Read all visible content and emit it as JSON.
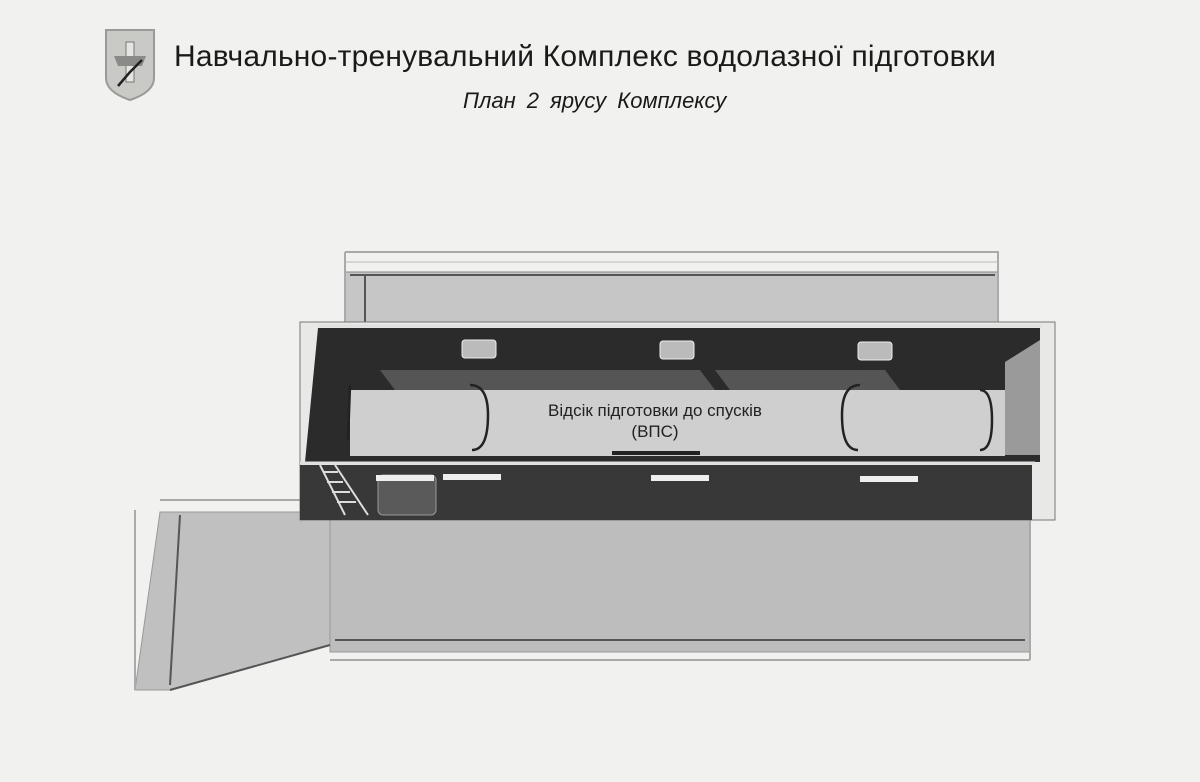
{
  "header": {
    "title": "Навчально-тренувальний Комплекс водолазної підготовки",
    "subtitle": "План  2  ярусу  Комплексу",
    "logo_icon": "shield-emblem-icon"
  },
  "plan": {
    "room_label": "Відсік підготовки до спусків",
    "room_abbrev": "(ВПС)"
  },
  "colors": {
    "background": "#f1f1ef",
    "wall_dark": "#2b2b2b",
    "floor_light": "#cfcfcf",
    "deck": "#c3c3c3"
  }
}
